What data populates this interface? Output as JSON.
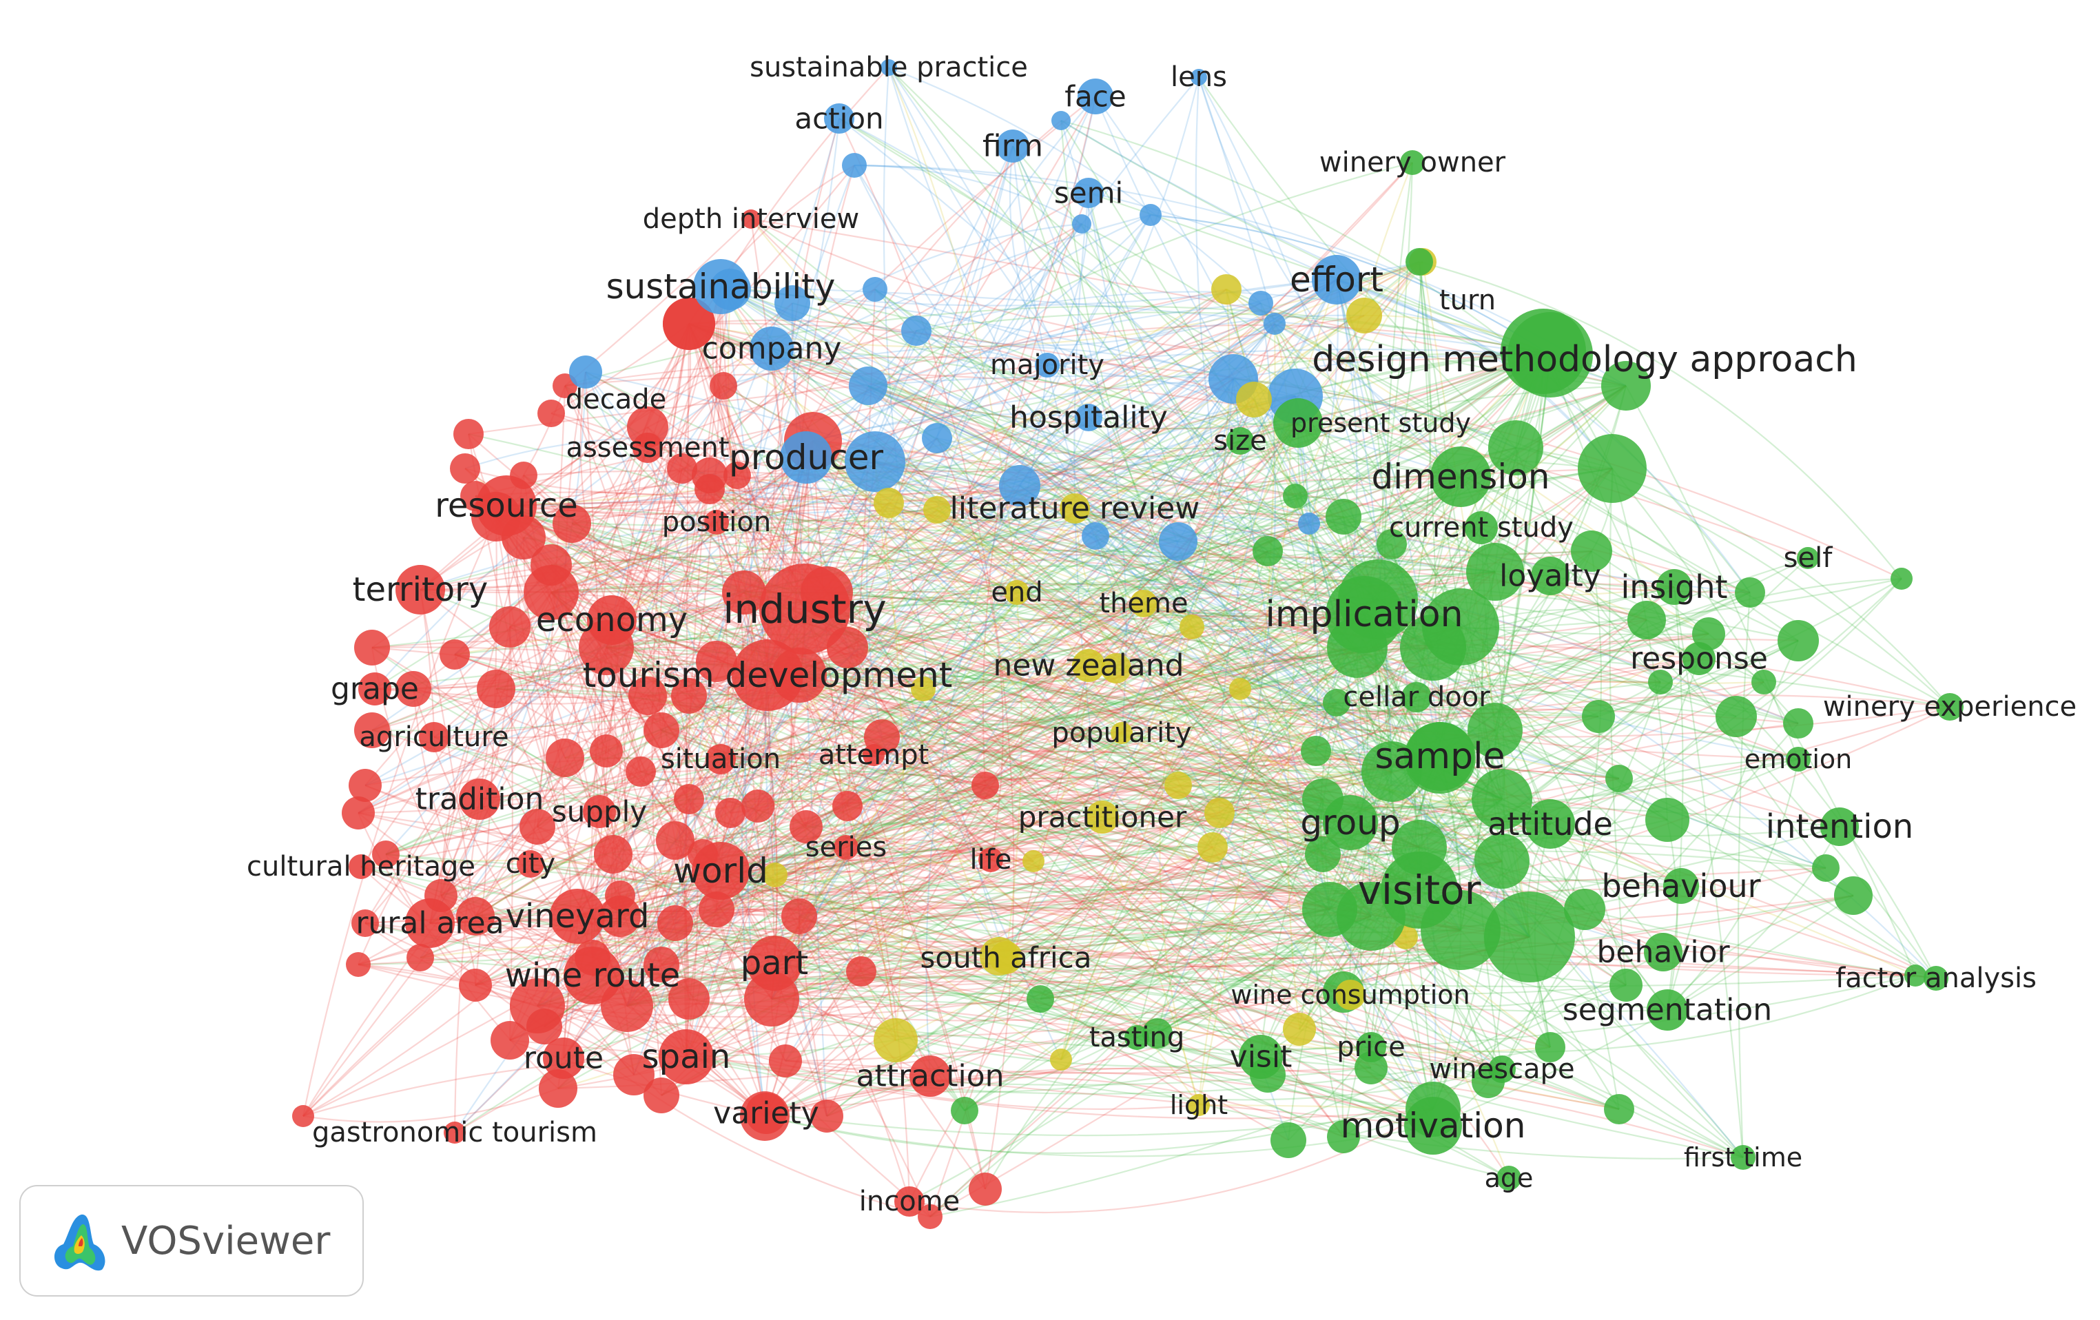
{
  "colors": {
    "red": "#e8413c",
    "green": "#3db43d",
    "blue": "#4a9be0",
    "yellow": "#d4c628"
  },
  "logo": {
    "text": "VOSviewer"
  },
  "nodes": [
    {
      "label": "sustainable practice",
      "cluster": "blue"
    },
    {
      "label": "lens",
      "cluster": "blue"
    },
    {
      "label": "face",
      "cluster": "blue"
    },
    {
      "label": "action",
      "cluster": "blue"
    },
    {
      "label": "firm",
      "cluster": "blue"
    },
    {
      "label": "winery owner",
      "cluster": "green"
    },
    {
      "label": "semi",
      "cluster": "blue"
    },
    {
      "label": "depth interview",
      "cluster": "red"
    },
    {
      "label": "sustainability",
      "cluster": "blue"
    },
    {
      "label": "effort",
      "cluster": "blue"
    },
    {
      "label": "turn",
      "cluster": "green"
    },
    {
      "label": "company",
      "cluster": "blue"
    },
    {
      "label": "majority",
      "cluster": "blue"
    },
    {
      "label": "design methodology approach",
      "cluster": "green"
    },
    {
      "label": "decade",
      "cluster": "blue"
    },
    {
      "label": "hospitality",
      "cluster": "blue"
    },
    {
      "label": "present study",
      "cluster": "green"
    },
    {
      "label": "size",
      "cluster": "green"
    },
    {
      "label": "assessment",
      "cluster": "red"
    },
    {
      "label": "producer",
      "cluster": "blue"
    },
    {
      "label": "dimension",
      "cluster": "green"
    },
    {
      "label": "resource",
      "cluster": "red"
    },
    {
      "label": "literature review",
      "cluster": "yellow"
    },
    {
      "label": "position",
      "cluster": "red"
    },
    {
      "label": "current study",
      "cluster": "green"
    },
    {
      "label": "self",
      "cluster": "green"
    },
    {
      "label": "territory",
      "cluster": "red"
    },
    {
      "label": "end",
      "cluster": "yellow"
    },
    {
      "label": "theme",
      "cluster": "yellow"
    },
    {
      "label": "loyalty",
      "cluster": "green"
    },
    {
      "label": "insight",
      "cluster": "green"
    },
    {
      "label": "industry",
      "cluster": "red"
    },
    {
      "label": "economy",
      "cluster": "red"
    },
    {
      "label": "implication",
      "cluster": "green"
    },
    {
      "label": "response",
      "cluster": "green"
    },
    {
      "label": "tourism development",
      "cluster": "red"
    },
    {
      "label": "new zealand",
      "cluster": "yellow"
    },
    {
      "label": "grape",
      "cluster": "red"
    },
    {
      "label": "cellar door",
      "cluster": "green"
    },
    {
      "label": "winery experience",
      "cluster": "green"
    },
    {
      "label": "agriculture",
      "cluster": "red"
    },
    {
      "label": "popularity",
      "cluster": "yellow"
    },
    {
      "label": "situation",
      "cluster": "red"
    },
    {
      "label": "attempt",
      "cluster": "red"
    },
    {
      "label": "sample",
      "cluster": "green"
    },
    {
      "label": "emotion",
      "cluster": "green"
    },
    {
      "label": "tradition",
      "cluster": "red"
    },
    {
      "label": "supply",
      "cluster": "red"
    },
    {
      "label": "practitioner",
      "cluster": "yellow"
    },
    {
      "label": "group",
      "cluster": "green"
    },
    {
      "label": "attitude",
      "cluster": "green"
    },
    {
      "label": "intention",
      "cluster": "green"
    },
    {
      "label": "series",
      "cluster": "red"
    },
    {
      "label": "cultural heritage",
      "cluster": "red"
    },
    {
      "label": "city",
      "cluster": "red"
    },
    {
      "label": "world",
      "cluster": "red"
    },
    {
      "label": "life",
      "cluster": "red"
    },
    {
      "label": "visitor",
      "cluster": "green"
    },
    {
      "label": "behaviour",
      "cluster": "green"
    },
    {
      "label": "rural area",
      "cluster": "red"
    },
    {
      "label": "vineyard",
      "cluster": "red"
    },
    {
      "label": "south africa",
      "cluster": "yellow"
    },
    {
      "label": "behavior",
      "cluster": "green"
    },
    {
      "label": "factor analysis",
      "cluster": "green"
    },
    {
      "label": "wine route",
      "cluster": "red"
    },
    {
      "label": "part",
      "cluster": "red"
    },
    {
      "label": "wine consumption",
      "cluster": "yellow"
    },
    {
      "label": "segmentation",
      "cluster": "green"
    },
    {
      "label": "tasting",
      "cluster": "green"
    },
    {
      "label": "price",
      "cluster": "green"
    },
    {
      "label": "route",
      "cluster": "red"
    },
    {
      "label": "spain",
      "cluster": "red"
    },
    {
      "label": "visit",
      "cluster": "green"
    },
    {
      "label": "attraction",
      "cluster": "red"
    },
    {
      "label": "winescape",
      "cluster": "green"
    },
    {
      "label": "variety",
      "cluster": "red"
    },
    {
      "label": "light",
      "cluster": "yellow"
    },
    {
      "label": "motivation",
      "cluster": "green"
    },
    {
      "label": "gastronomic tourism",
      "cluster": "red"
    },
    {
      "label": "first time",
      "cluster": "green"
    },
    {
      "label": "age",
      "cluster": "green"
    },
    {
      "label": "income",
      "cluster": "red"
    }
  ]
}
